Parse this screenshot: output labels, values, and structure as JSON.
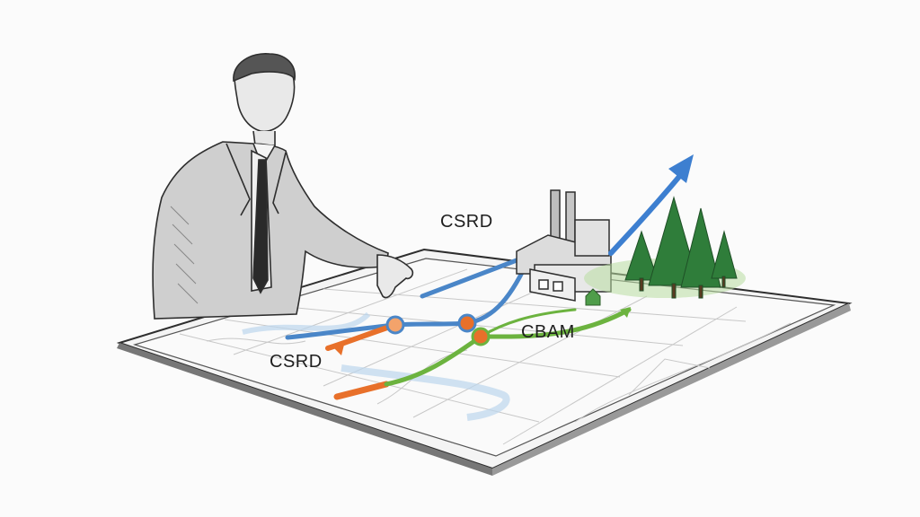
{
  "labels": {
    "csrd_top": "CSRD",
    "csrd_left": "CSRD",
    "cbam": "CBAM"
  },
  "colors": {
    "background": "#fbfbfb",
    "pencil": "#3a3a3a",
    "blue_route": "#4a86c8",
    "orange_route": "#e8702a",
    "green_route": "#6cb33f",
    "trend_arrow": "#3d7fd0",
    "tree": "#2f7d3a"
  },
  "icons": [
    "businessman-sketch",
    "map-board",
    "factory-icon",
    "pine-tree-icon",
    "trend-arrow-icon",
    "house-icon"
  ]
}
